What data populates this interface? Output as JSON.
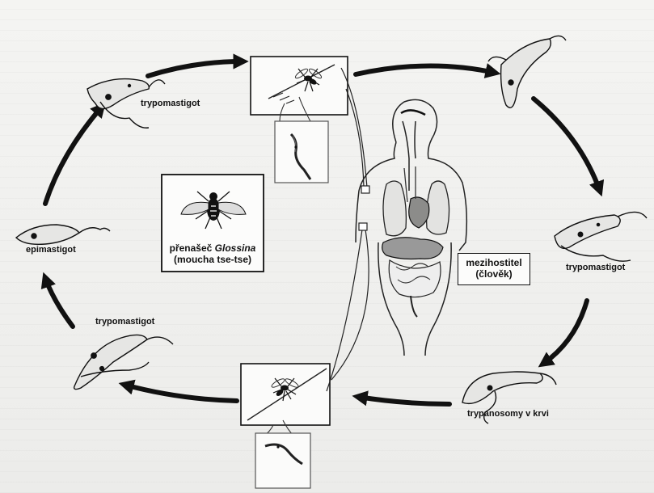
{
  "labels": {
    "trypomastigot_top": "trypomastigot",
    "epimastigot": "epimastigot",
    "trypomastigot_left": "trypomastigot",
    "trypomastigot_right": "trypomastigot",
    "trypanosomy_v_krvi": "trypanosomy v krvi"
  },
  "vector_box": {
    "line1_prefix": "přenašeč ",
    "line1_genus": "Glossina",
    "line2": "(moucha tse-tse)"
  },
  "host_box": {
    "line1": "mezihostitel",
    "line2": "(člověk)"
  },
  "colors": {
    "ink": "#111111",
    "background": "#f2f2f0"
  }
}
